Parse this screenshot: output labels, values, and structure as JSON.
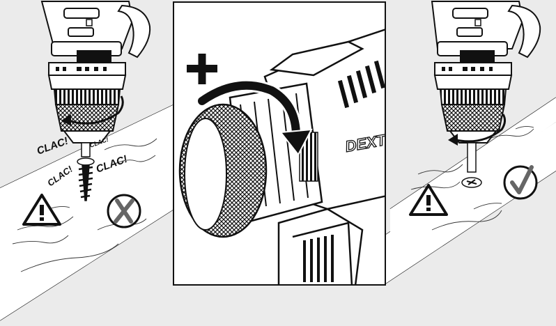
{
  "left_panel": {
    "sound_labels": [
      "CLAC!",
      "CLAC!",
      "CLAC!",
      "CLAC!"
    ],
    "result_icon": "cross-in-circle-icon",
    "warning_icon": "warning-triangle-icon"
  },
  "center_panel": {
    "symbol": "+",
    "brand_text": "DEXTE",
    "rotation_arrow_icon": "clockwise-arrow-icon"
  },
  "right_panel": {
    "result_icon": "check-in-circle-icon",
    "warning_icon": "warning-triangle-icon"
  },
  "colors": {
    "background": "#ebebeb",
    "ink": "#111111",
    "panel": "#ffffff"
  }
}
